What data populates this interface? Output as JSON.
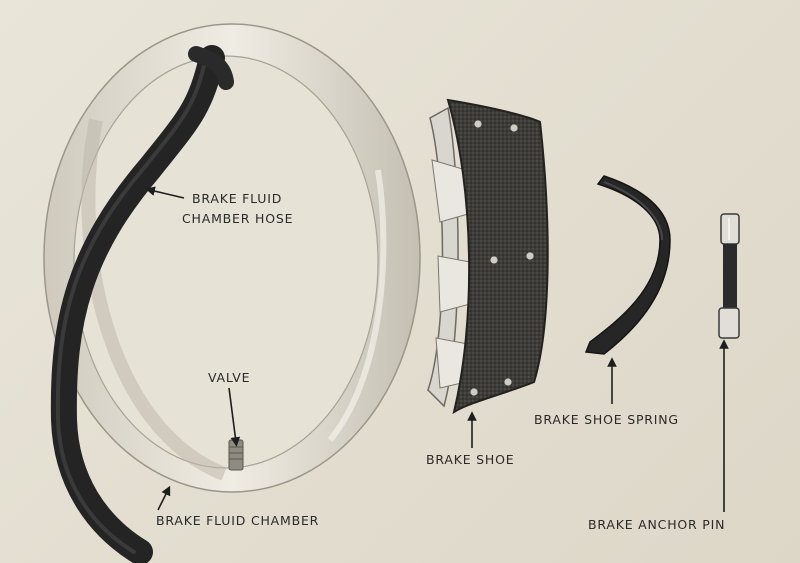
{
  "labels": {
    "hose_line1": "BRAKE FLUID",
    "hose_line2": "CHAMBER HOSE",
    "valve": "VALVE",
    "chamber": "BRAKE FLUID CHAMBER",
    "shoe": "BRAKE SHOE",
    "spring": "BRAKE SHOE SPRING",
    "pin": "BRAKE ANCHOR PIN"
  },
  "colors": {
    "paper": "#e4dfd2",
    "ink": "#2a2a2a",
    "rubber": "#242424",
    "lining": "#3b3a36",
    "metal": "#d8d6cf"
  }
}
